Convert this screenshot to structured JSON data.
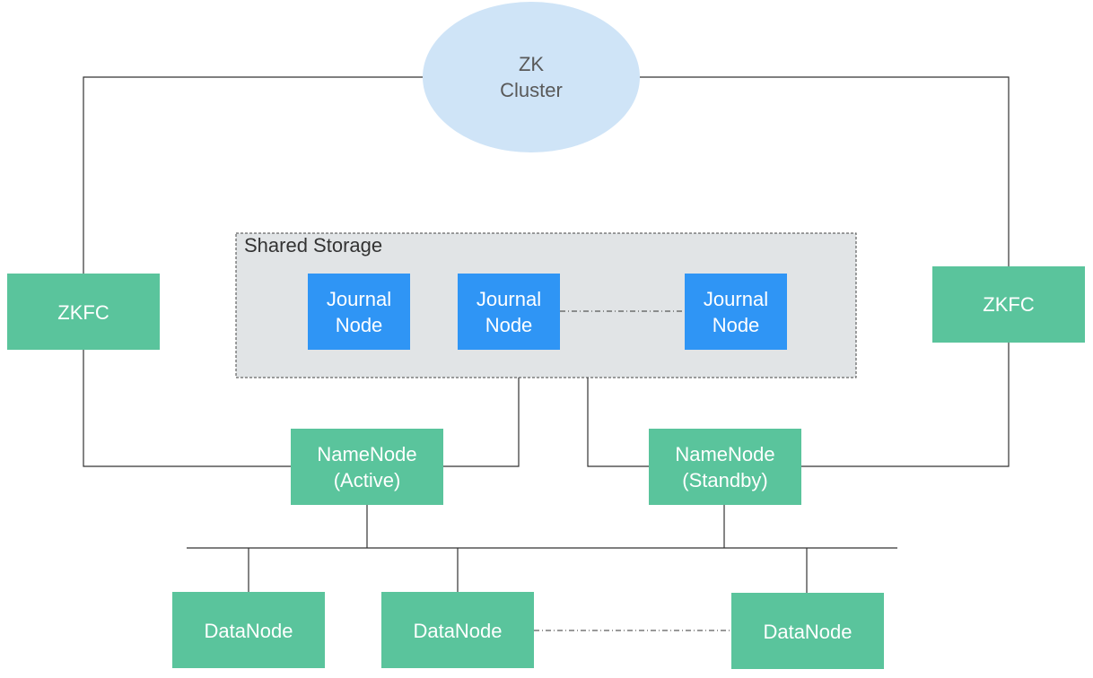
{
  "zk_cluster": {
    "line1": "ZK",
    "line2": "Cluster"
  },
  "zkfc_left": {
    "label": "ZKFC"
  },
  "zkfc_right": {
    "label": "ZKFC"
  },
  "shared_storage": {
    "title": "Shared Storage",
    "journal_nodes": [
      {
        "line1": "Journal",
        "line2": "Node"
      },
      {
        "line1": "Journal",
        "line2": "Node"
      },
      {
        "line1": "Journal",
        "line2": "Node"
      }
    ]
  },
  "namenode_active": {
    "line1": "NameNode",
    "line2": "(Active)"
  },
  "namenode_standby": {
    "line1": "NameNode",
    "line2": "(Standby)"
  },
  "datanodes": [
    {
      "label": "DataNode"
    },
    {
      "label": "DataNode"
    },
    {
      "label": "DataNode"
    }
  ],
  "colors": {
    "green": "#5ac49c",
    "blue": "#2f95f5",
    "ellipse": "#cfe4f7",
    "storage_bg": "#e1e4e6"
  }
}
